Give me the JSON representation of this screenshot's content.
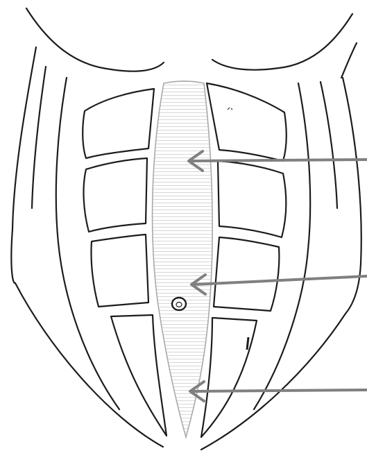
{
  "figure": {
    "subject": "abdominal-muscles-diastasis-recti",
    "arrows": [
      {
        "name": "arrow-upper",
        "target": "upper-linea-alba-separation"
      },
      {
        "name": "arrow-middle",
        "target": "navel-area-separation"
      },
      {
        "name": "arrow-lower",
        "target": "lower-linea-alba-separation"
      }
    ]
  },
  "colors": {
    "ink": "#1c1c1c",
    "arrow": "#808080",
    "gap_hatch": "#bdbdbd",
    "background": "#ffffff"
  }
}
